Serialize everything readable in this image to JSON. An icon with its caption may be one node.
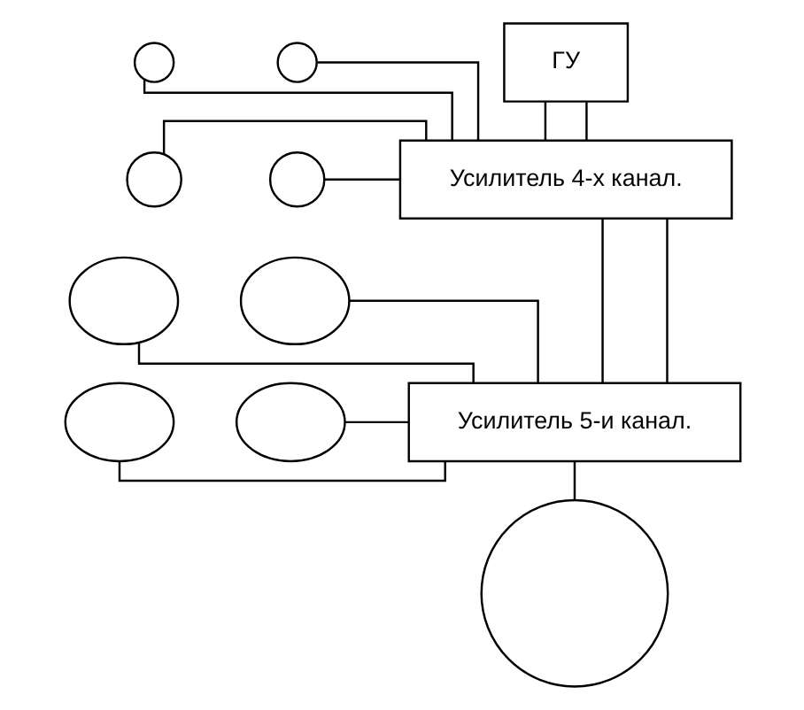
{
  "diagram": {
    "nodes": [
      {
        "text": [
          "ГУ"
        ]
      },
      {
        "text": [
          "Усилитель 4-х канал."
        ]
      },
      {
        "text": [
          "Усилитель 5-и канал."
        ]
      },
      {
        "text": [],
        "shape": "circle"
      },
      {
        "text": [],
        "shape": "circle"
      },
      {
        "text": [],
        "shape": "circle"
      },
      {
        "text": [],
        "shape": "circle"
      },
      {
        "text": [],
        "shape": "ellipse"
      },
      {
        "text": [],
        "shape": "ellipse"
      },
      {
        "text": [],
        "shape": "ellipse"
      },
      {
        "text": [],
        "shape": "ellipse"
      },
      {
        "text": [],
        "shape": "circle"
      }
    ],
    "edges": [
      {
        "from": 0,
        "to": 1,
        "arrow": "none"
      },
      {
        "from": 0,
        "to": 1,
        "arrow": "none"
      },
      {
        "from": 1,
        "to": 2,
        "arrow": "none"
      },
      {
        "from": 1,
        "to": 2,
        "arrow": "none"
      },
      {
        "from": 3,
        "to": 1,
        "arrow": "none"
      },
      {
        "from": 4,
        "to": 1,
        "arrow": "none"
      },
      {
        "from": 5,
        "to": 1,
        "arrow": "none"
      },
      {
        "from": 6,
        "to": 1,
        "arrow": "none"
      },
      {
        "from": 7,
        "to": 2,
        "arrow": "none"
      },
      {
        "from": 8,
        "to": 2,
        "arrow": "none"
      },
      {
        "from": 9,
        "to": 2,
        "arrow": "none"
      },
      {
        "from": 10,
        "to": 2,
        "arrow": "none"
      },
      {
        "from": 2,
        "to": 11,
        "arrow": "none"
      }
    ]
  }
}
